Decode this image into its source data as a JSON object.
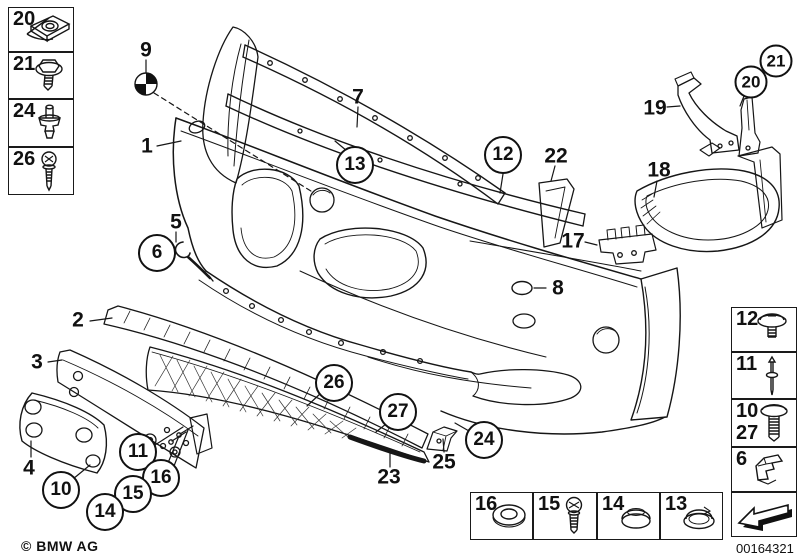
{
  "footer": {
    "copyright": "© BMW AG",
    "catalog_number": "00164321"
  },
  "callouts": {
    "circled": [
      {
        "label": "21"
      },
      {
        "label": "20"
      },
      {
        "label": "13"
      },
      {
        "label": "12"
      },
      {
        "label": "6"
      },
      {
        "label": "26"
      },
      {
        "label": "27"
      },
      {
        "label": "24"
      },
      {
        "label": "11"
      },
      {
        "label": "16"
      },
      {
        "label": "15"
      },
      {
        "label": "14"
      },
      {
        "label": "10"
      }
    ],
    "plain": [
      {
        "label": "9"
      },
      {
        "label": "1"
      },
      {
        "label": "7"
      },
      {
        "label": "22"
      },
      {
        "label": "19"
      },
      {
        "label": "18"
      },
      {
        "label": "17"
      },
      {
        "label": "8"
      },
      {
        "label": "5"
      },
      {
        "label": "2"
      },
      {
        "label": "3"
      },
      {
        "label": "4"
      },
      {
        "label": "23"
      },
      {
        "label": "25"
      }
    ]
  },
  "fastener_boxes": {
    "left": [
      {
        "label": "20",
        "icon": "clip-nut-icon"
      },
      {
        "label": "21",
        "icon": "flange-bolt-icon"
      },
      {
        "label": "24",
        "icon": "expansion-rivet-icon"
      },
      {
        "label": "26",
        "icon": "pan-head-screw-icon"
      }
    ],
    "right": [
      {
        "label": "12",
        "icon": "washer-screw-icon"
      },
      {
        "label": "11",
        "icon": "pin-rivet-icon"
      },
      {
        "label": "10",
        "label2": "27",
        "icon": "big-washer-screw-icon"
      },
      {
        "label": "6",
        "icon": "spring-clip-icon"
      },
      {
        "label": "",
        "icon": "direction-arrow-icon"
      }
    ],
    "bottom": [
      {
        "label": "16",
        "icon": "washer-icon"
      },
      {
        "label": "15",
        "icon": "oval-head-screw-icon"
      },
      {
        "label": "14",
        "icon": "cover-cap-icon"
      },
      {
        "label": "13",
        "icon": "grommet-icon"
      }
    ]
  }
}
